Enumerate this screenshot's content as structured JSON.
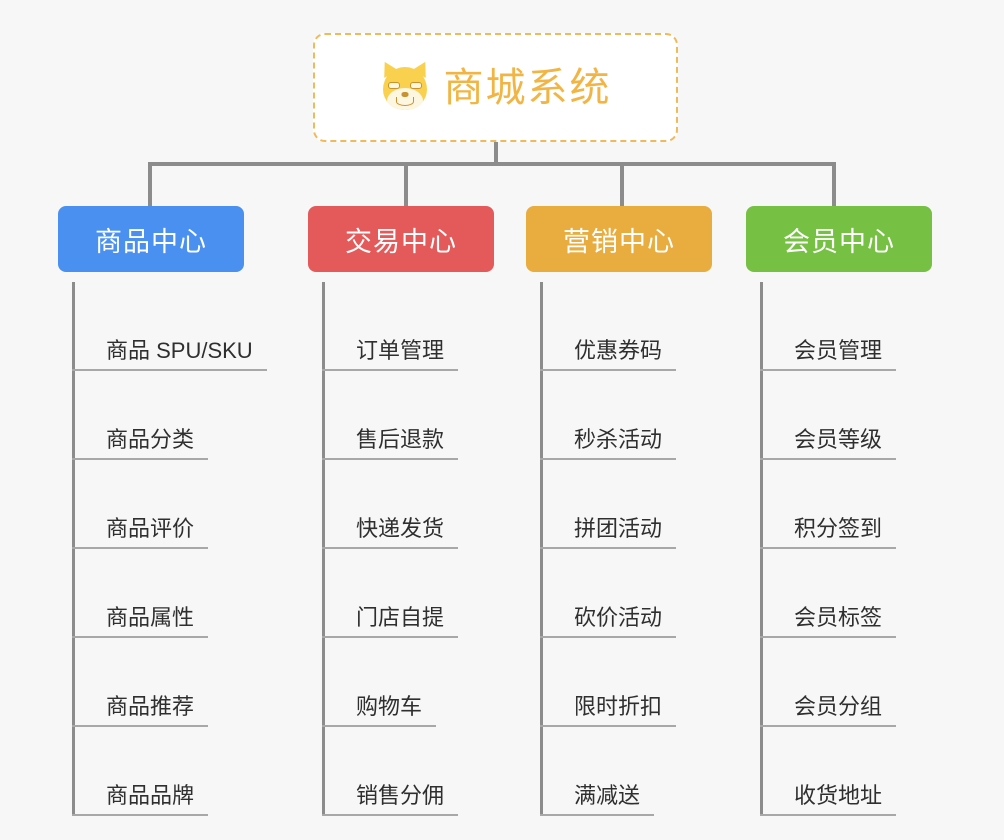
{
  "page": {
    "background_color": "#f7f7f7",
    "type": "mindmap-tree"
  },
  "root": {
    "icon": "dog-face-icon",
    "title": "商城系统",
    "title_color": "#f2b544",
    "border_color": "#eeba5a",
    "background": "#ffffff"
  },
  "connectors": {
    "color": "#8c8c8c"
  },
  "branches": [
    {
      "label": "商品中心",
      "color": "#4a90f0",
      "items": [
        "商品 SPU/SKU",
        "商品分类",
        "商品评价",
        "商品属性",
        "商品推荐",
        "商品品牌"
      ]
    },
    {
      "label": "交易中心",
      "color": "#e45a5a",
      "items": [
        "订单管理",
        "售后退款",
        "快递发货",
        "门店自提",
        "购物车",
        "销售分佣"
      ]
    },
    {
      "label": "营销中心",
      "color": "#e9ac3f",
      "items": [
        "优惠券码",
        "秒杀活动",
        "拼团活动",
        "砍价活动",
        "限时折扣",
        "满减送"
      ]
    },
    {
      "label": "会员中心",
      "color": "#76c043",
      "items": [
        "会员管理",
        "会员等级",
        "积分签到",
        "会员标签",
        "会员分组",
        "收货地址"
      ]
    }
  ],
  "layout": {
    "branch_left": [
      58,
      308,
      526,
      746
    ],
    "branch_width": [
      186,
      186,
      186,
      186
    ],
    "drop_left": [
      148,
      404,
      620,
      832
    ]
  }
}
